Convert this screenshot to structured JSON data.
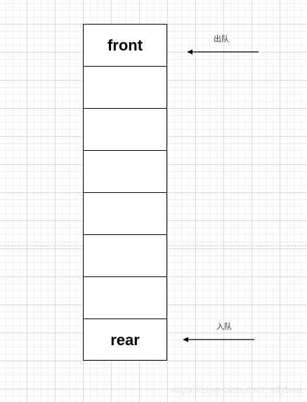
{
  "queue": {
    "cells": [
      "front",
      "",
      "",
      "",
      "",
      "",
      "",
      "rear"
    ]
  },
  "dequeue": {
    "label": "出队"
  },
  "enqueue": {
    "label": "入队"
  },
  "watermark": "https://blog.csdn.net/thellybrid"
}
